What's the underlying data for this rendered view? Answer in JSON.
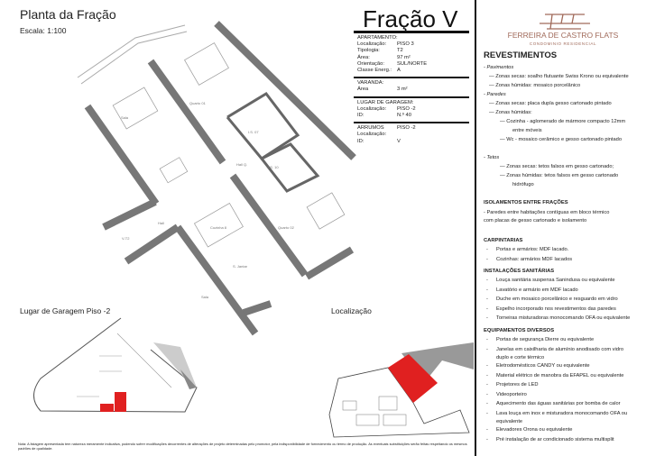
{
  "header": {
    "plan_title": "Planta da Fração",
    "scale": "Escala: 1:100",
    "unit_title": "Fração V"
  },
  "info": {
    "apartment": {
      "heading": "APARTAMENTO:",
      "rows": [
        [
          "Localização:",
          "PISO 3"
        ],
        [
          "Tipologia:",
          "T2"
        ],
        [
          "Área:",
          "97 m²"
        ],
        [
          "Orientação:",
          "SUL/NORTE"
        ],
        [
          "Classe Energ.:",
          "A"
        ]
      ]
    },
    "balcony": {
      "heading": "VARANDA:",
      "rows": [
        [
          "Área",
          "3 m²"
        ]
      ]
    },
    "parking": {
      "heading": "LUGAR DE GARAGEM:",
      "rows": [
        [
          "Localização:",
          "PISO -2"
        ],
        [
          "ID:",
          "N.º 40"
        ]
      ]
    },
    "storage": {
      "heading": "ARRUMOS",
      "rows": [
        [
          "Localização:",
          "PISO -2"
        ],
        [
          "ID:",
          "V"
        ]
      ]
    }
  },
  "rooms": [
    "Sala",
    "Quarto 01",
    "I.S. 07",
    "I.S. 10",
    "Hall Q.",
    "Hall",
    "Cozinha 8",
    "Quarto 02",
    "S. Jantar",
    "Sala",
    "V-T2"
  ],
  "logo": {
    "name": "FERREIRA DE CASTRO FLATS",
    "subtitle": "CONDOMINIO RESIDENCIAL",
    "color": "#a06a5a"
  },
  "revestimentos": {
    "title": "REVESTIMENTOS",
    "items": [
      {
        "t": "- Pavimentos",
        "s": "i"
      },
      {
        "t": "—    Zonas secas: soalho flutuante Swiss Krono ou equivalente",
        "s": "1"
      },
      {
        "t": "—    Zonas húmidas: mosaico porcelânico",
        "s": "1"
      },
      {
        "t": "- Paredes",
        "s": "i"
      },
      {
        "t": "—    Zonas secas: placa dupla gesso cartonado pintado",
        "s": "1"
      },
      {
        "t": "—    Zonas húmidas:",
        "s": "1"
      },
      {
        "t": "— Cozinha - aglomerado de mármore compacto 12mm",
        "s": "2"
      },
      {
        "t": "entre móveis",
        "s": "3"
      },
      {
        "t": "— Wc - mosaico cerâmico e gesso cartonado pintado",
        "s": "2"
      },
      {
        "t": "",
        "s": "0"
      },
      {
        "t": "- Tetos",
        "s": "i"
      },
      {
        "t": "— Zonas secas: tetos falsos em gesso cartonado;",
        "s": "2"
      },
      {
        "t": "— Zonas húmidas: tetos falsos em gesso cartonado",
        "s": "2"
      },
      {
        "t": "hidrófugo",
        "s": "3"
      }
    ]
  },
  "isolamentos": {
    "title": "ISOLAMENTOS ENTRE FRAÇÕES",
    "lines": [
      "-     Paredes entre habitações contíguas em bloco térmico",
      "com placas de gesso cartonado e isolamento"
    ]
  },
  "carpintarias": {
    "title": "CARPINTARIAS",
    "items": [
      "Portas e armários: MDF lacado.",
      "Cozinhas: armários MDF lacados"
    ]
  },
  "sanitarias": {
    "title": "INSTALAÇÕES SANITÁRIAS",
    "items": [
      "Louça sanitária suspensa Sanindusa ou equivalente",
      "Lavatório e armário em MDF lacado",
      "Duche em mosaico porcelânico e resguardo em vidro",
      "Espelho incorporado nos revestimentos das paredes",
      "Torneiras misturadoras monocomando OFA ou equivalente"
    ]
  },
  "equipamentos": {
    "title": "EQUIPAMENTOS DIVERSOS",
    "items": [
      "Portas de segurança Dierre ou equivalente",
      "Janelas em caixilharia de alumínio anodisado com vidro",
      "duplo e corte térmico",
      "Eletrodomésticos CANDY ou equivalente",
      "Material elétrico de manobra da EFAPEL ou equivalente",
      "Projetores de LED",
      "Videoporteiro",
      "Aquecimento das águas sanitárias por bomba de calor",
      "Lava louça em inox e misturadora monocomando OFA ou",
      "equivalente",
      "Elevadores Orona ou equivalente",
      "Pré instalação de ar condicionado sistema multisplit"
    ]
  },
  "garage": {
    "title": "Lugar de Garagem Piso -2",
    "highlight": "#e02020"
  },
  "location": {
    "title": "Localização",
    "highlight": "#e02020"
  },
  "note": "Nota: A listagem apresentada tem natureza meramente indicativa, podendo sofrer modificações decorrentes de alterações de projeto determinadas pelo promotor, pela indisponibilidade de fornecimento ou termo de produção. As eventuais substituições serão feitas respeitando os mesmos padrões de qualidade."
}
